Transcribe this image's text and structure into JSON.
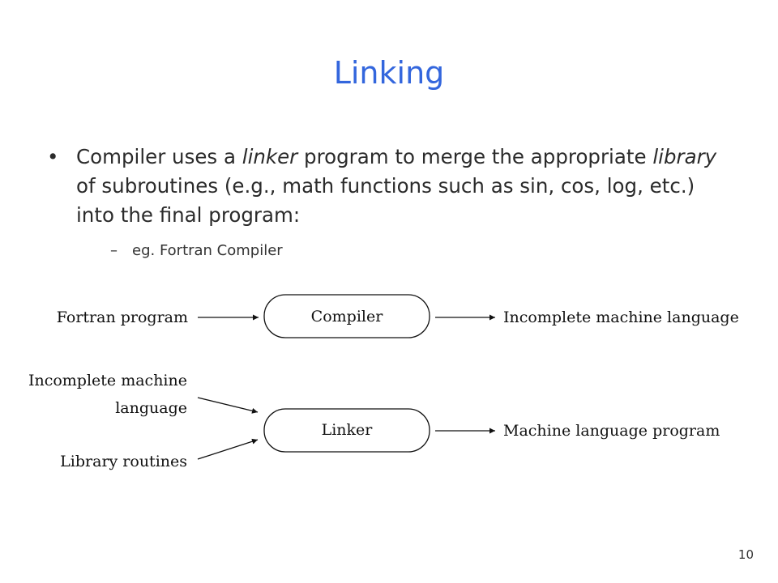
{
  "slide": {
    "title": "Linking",
    "bullet": {
      "marker": "•",
      "part1": "Compiler uses a ",
      "linker": "linker",
      "part2": " program to merge the appropriate ",
      "library": "library",
      "part3": " of subroutines (e.g., math functions such as sin, cos, log, etc.) into the final program:"
    },
    "subbullet": {
      "marker": "–",
      "text": "eg. Fortran Compiler"
    },
    "page_number": "10"
  },
  "diagram": {
    "fortran_program": "Fortran program",
    "compiler": "Compiler",
    "incomplete_machine_language_out": "Incomplete machine language",
    "incomplete_machine_in_line1": "Incomplete machine",
    "incomplete_machine_in_line2": "language",
    "library_routines": "Library routines",
    "linker": "Linker",
    "machine_language_program": "Machine language program"
  }
}
